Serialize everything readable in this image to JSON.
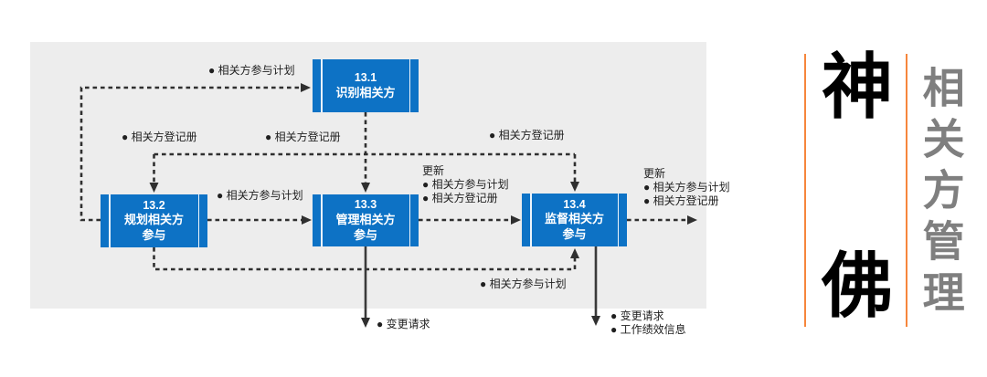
{
  "diagram": {
    "panel_bg": "#EDEDED",
    "box_color": "#0D72C5",
    "box_text_color": "#FFFFFF",
    "connector_color": "#2F2F2F",
    "boxes": [
      {
        "id": "13.1",
        "name": "识别相关方"
      },
      {
        "id": "13.2",
        "name": "规划相关方\n参与"
      },
      {
        "id": "13.3",
        "name": "管理相关方\n参与"
      },
      {
        "id": "13.4",
        "name": "监督相关方\n参与"
      }
    ],
    "labels": [
      {
        "name": "plan-into-13-1",
        "text": "● 相关方参与计划"
      },
      {
        "name": "register-left",
        "text": "● 相关方登记册"
      },
      {
        "name": "register-middle",
        "text": "● 相关方登记册"
      },
      {
        "name": "register-right",
        "text": "● 相关方登记册"
      },
      {
        "name": "plan-13-2-to-13-3",
        "text": "● 相关方参与计划"
      },
      {
        "name": "updates-from-13-3",
        "text": "更新\n● 相关方参与计划\n● 相关方登记册"
      },
      {
        "name": "updates-from-13-4",
        "text": "更新\n● 相关方参与计划\n● 相关方登记册"
      },
      {
        "name": "plan-bottom-to-13-4",
        "text": "● 相关方参与计划"
      },
      {
        "name": "change-request-13-3",
        "text": "● 变更请求"
      },
      {
        "name": "outputs-13-4",
        "text": "● 变更请求\n● 工作绩效信息"
      }
    ]
  },
  "sidebar": {
    "accent_color": "#F6863C",
    "brand_chars": [
      "神",
      "佛"
    ],
    "brand_color": "#000000",
    "vertical_title": "相关方管理",
    "title_color": "#7F7F7F"
  }
}
